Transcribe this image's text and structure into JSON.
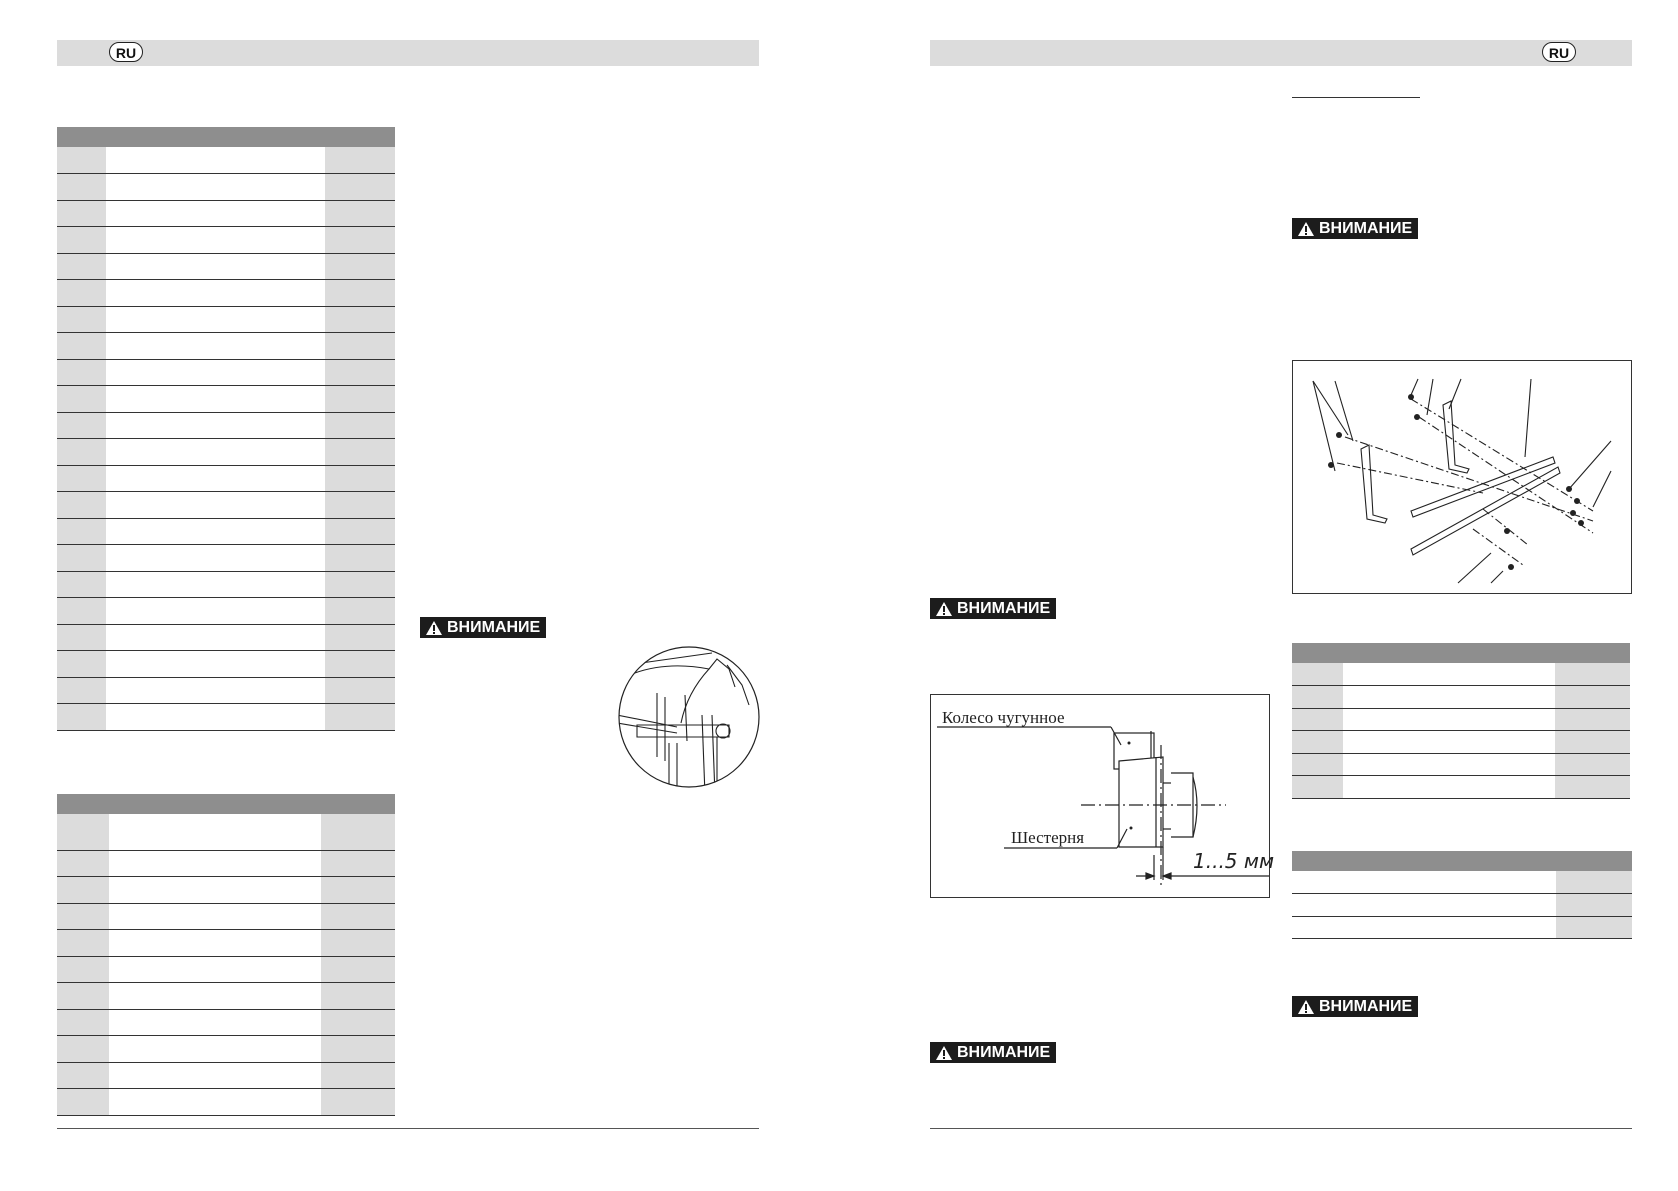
{
  "left_page": {
    "header": {
      "lang_badge": "RU"
    },
    "table_top": {
      "rows": 22
    },
    "table_bottom": {
      "rows": 11
    },
    "warning": {
      "label": "ВНИМАНИЕ"
    }
  },
  "right_page": {
    "header": {
      "lang_badge": "RU"
    },
    "gear_diagram": {
      "wheel_label": "Колесо чугунное",
      "pinion_label": "Шестерня",
      "gap_label": "1...5 мм"
    },
    "table_parts": {
      "rows": 6
    },
    "table_small": {
      "rows": 3
    },
    "warnings": [
      "ВНИМАНИЕ",
      "ВНИМАНИЕ",
      "ВНИМАНИЕ",
      "ВНИМАНИЕ"
    ]
  },
  "colors": {
    "header_bar": "#dcdcdc",
    "table_header": "#8e8e8e",
    "table_shade": "#dcdcdc",
    "warning_bg": "#1c1c1c",
    "warning_text": "#ffffff"
  },
  "icons": {
    "warning": "warning-triangle-icon"
  }
}
